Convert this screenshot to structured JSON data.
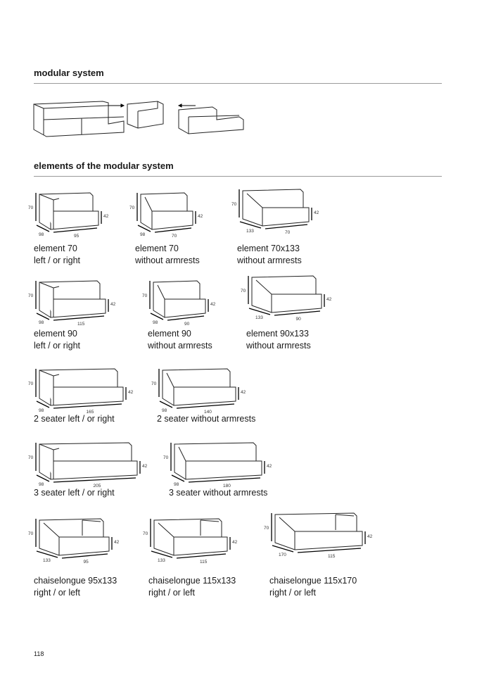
{
  "sections": {
    "modular": "modular system",
    "elements": "elements of the modular system"
  },
  "items": [
    {
      "line1": "element 70",
      "line2": "left / or right",
      "kind": "arm",
      "dims": {
        "height": "70",
        "seat": "42",
        "depth": "98",
        "width": "95"
      }
    },
    {
      "line1": "element 70",
      "line2": "without armrests",
      "kind": "noarm",
      "dims": {
        "height": "70",
        "seat": "42",
        "depth": "98",
        "width": "70"
      }
    },
    {
      "line1": "element 70x133",
      "line2": "without armrests",
      "kind": "deep",
      "dims": {
        "height": "70",
        "seat": "42",
        "depth": "133",
        "width": "70"
      }
    },
    {
      "line1": "element 90",
      "line2": "left / or right",
      "kind": "arm",
      "dims": {
        "height": "70",
        "seat": "42",
        "depth": "98",
        "width": "115"
      }
    },
    {
      "line1": "element 90",
      "line2": "without armrests",
      "kind": "noarm",
      "dims": {
        "height": "70",
        "seat": "42",
        "depth": "98",
        "width": "90"
      }
    },
    {
      "line1": "element 90x133",
      "line2": "without armrests",
      "kind": "deep",
      "dims": {
        "height": "70",
        "seat": "42",
        "depth": "133",
        "width": "90"
      }
    },
    {
      "line1": "2 seater left / or right",
      "line2": "",
      "kind": "arm",
      "dims": {
        "height": "70",
        "seat": "42",
        "depth": "98",
        "width": "165"
      }
    },
    {
      "line1": "2 seater without armrests",
      "line2": "",
      "kind": "noarm",
      "dims": {
        "height": "70",
        "seat": "42",
        "depth": "98",
        "width": "140"
      }
    },
    {
      "line1": "3 seater left / or right",
      "line2": "",
      "kind": "arm",
      "dims": {
        "height": "70",
        "seat": "42",
        "depth": "98",
        "width": "205"
      }
    },
    {
      "line1": "3 seater without armrests",
      "line2": "",
      "kind": "noarm",
      "dims": {
        "height": "70",
        "seat": "42",
        "depth": "98",
        "width": "180"
      }
    },
    {
      "line1": "chaiselongue 95x133",
      "line2": "right / or left",
      "kind": "chaise",
      "dims": {
        "height": "70",
        "seat": "42",
        "depth": "133",
        "width": "95"
      }
    },
    {
      "line1": "chaiselongue 115x133",
      "line2": "right / or left",
      "kind": "chaise",
      "dims": {
        "height": "70",
        "seat": "42",
        "depth": "133",
        "width": "115"
      }
    },
    {
      "line1": "chaiselongue 115x170",
      "line2": "right / or left",
      "kind": "chaise",
      "dims": {
        "height": "70",
        "seat": "42",
        "depth": "170",
        "width": "115"
      }
    }
  ],
  "page_number": "118"
}
